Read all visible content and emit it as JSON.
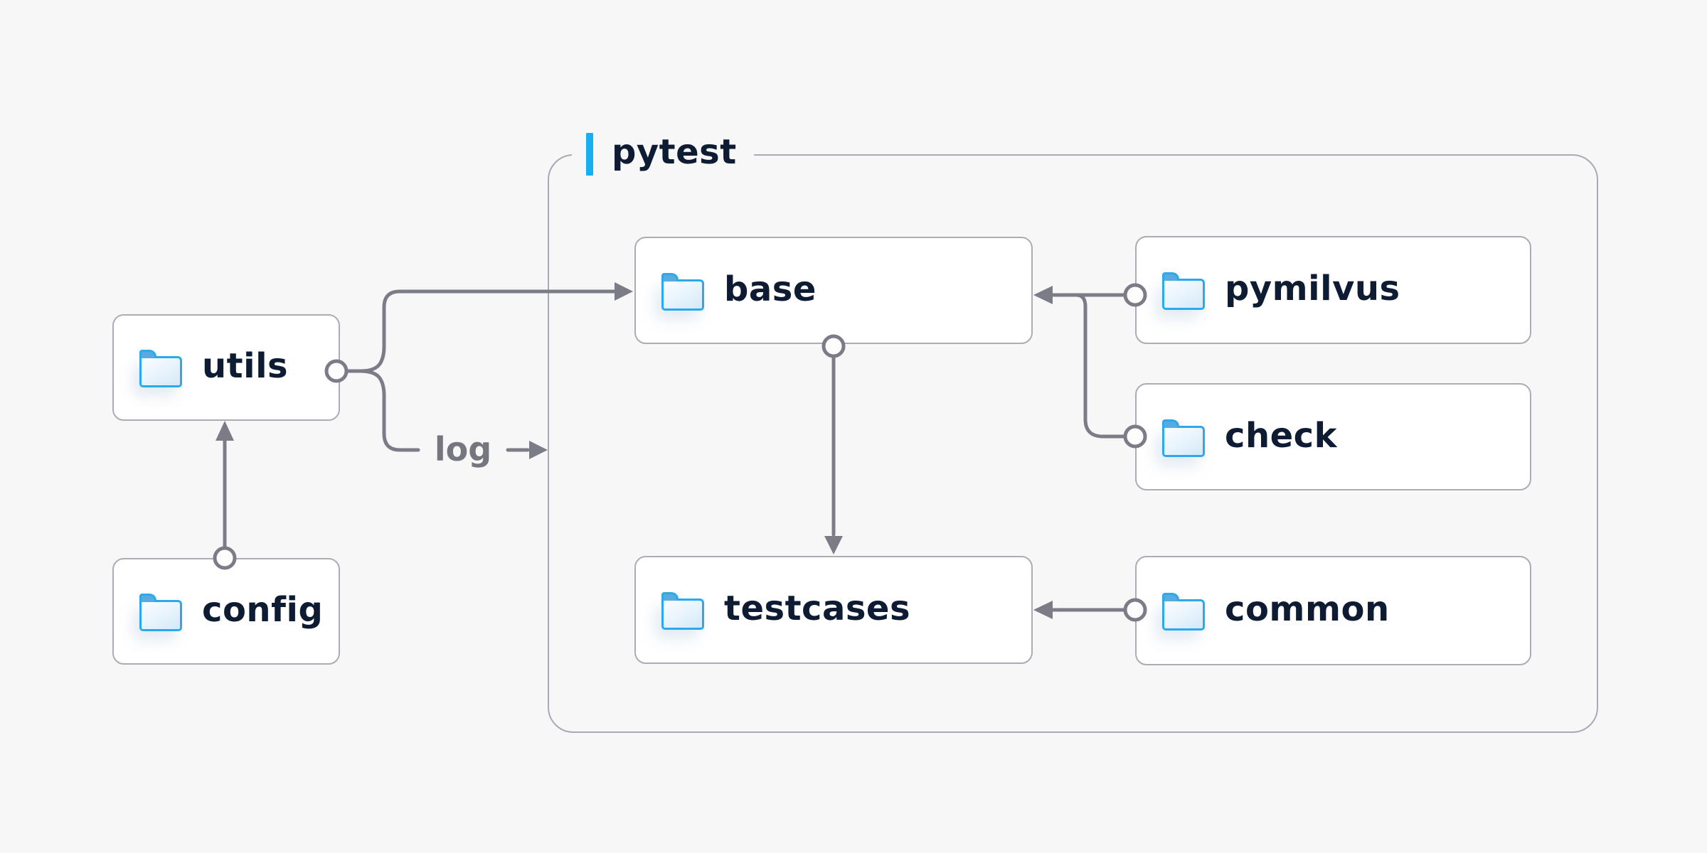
{
  "diagram": {
    "background_color": "#f7f7f8",
    "group": {
      "label": "pytest",
      "accent_color": "#18aef0"
    },
    "nodes": {
      "utils": {
        "label": "utils",
        "icon": "folder-icon"
      },
      "config": {
        "label": "config",
        "icon": "folder-icon"
      },
      "base": {
        "label": "base",
        "icon": "folder-icon"
      },
      "testcases": {
        "label": "testcases",
        "icon": "folder-icon"
      },
      "pymilvus": {
        "label": "pymilvus",
        "icon": "folder-icon"
      },
      "check": {
        "label": "check",
        "icon": "folder-icon"
      },
      "common": {
        "label": "common",
        "icon": "folder-icon"
      }
    },
    "edges": {
      "log_label": "log",
      "list": [
        {
          "from": "config",
          "to": "utils",
          "style": "circle-start-arrow-end"
        },
        {
          "from": "utils",
          "to": "base",
          "style": "circle-start-arrow-end"
        },
        {
          "from": "utils",
          "to": "pytest",
          "style": "circle-start-arrow-end",
          "label": "log"
        },
        {
          "from": "base",
          "to": "testcases",
          "style": "circle-start-arrow-end"
        },
        {
          "from": "pymilvus",
          "to": "base",
          "style": "circle-start-arrow-end"
        },
        {
          "from": "pymilvus",
          "to": "check",
          "style": "branch-circle-end"
        },
        {
          "from": "common",
          "to": "testcases",
          "style": "circle-start-arrow-end"
        }
      ]
    },
    "colors": {
      "node_text": "#0e1c33",
      "connector_gray": "#7b7c88",
      "node_border": "#abacb6",
      "group_border": "#a9aab4",
      "folder_blue": "#2aa9ec",
      "accent_blue": "#18aef0",
      "log_text": "#75767f",
      "node_fill": "#ffffff"
    }
  }
}
